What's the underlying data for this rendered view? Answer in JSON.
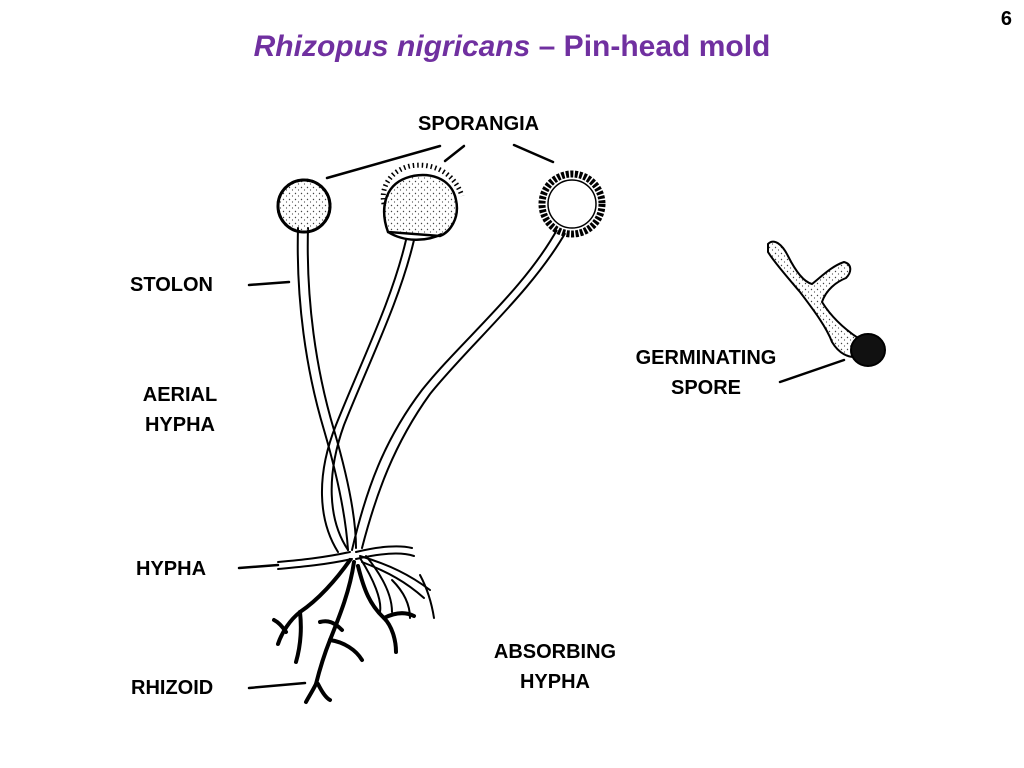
{
  "slide": {
    "page_number": "6",
    "title_scientific": "Rhizopus nigricans",
    "title_rest": " – Pin-head mold",
    "title_color": "#7030A0"
  },
  "labels": {
    "sporangia": "SPORANGIA",
    "stolon": "STOLON",
    "aerial_hypha": [
      "AERIAL",
      "HYPHA"
    ],
    "germinating_spore": [
      "GERMINATING",
      "SPORE"
    ],
    "hypha": "HYPHA",
    "absorbing_hypha": [
      "ABSORBING",
      "HYPHA"
    ],
    "rhizoid": "RHIZOID"
  }
}
